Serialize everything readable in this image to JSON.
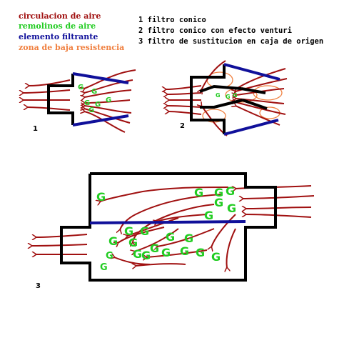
{
  "legend": {
    "items": [
      {
        "label": "circulacion de aire",
        "color": "#a01010"
      },
      {
        "label": "remolinos de aire",
        "color": "#22cc22"
      },
      {
        "label": "elemento filtrante",
        "color": "#10109a"
      },
      {
        "label": "zona de baja resistencia",
        "color": "#f08040"
      }
    ]
  },
  "key": {
    "items": [
      {
        "label": "1 filtro conico"
      },
      {
        "label": "2 filtro conico con efecto venturi"
      },
      {
        "label": "3 filtro de sustitucion en caja de origen"
      }
    ]
  },
  "figures": {
    "fig1": {
      "number": "1"
    },
    "fig2": {
      "number": "2"
    },
    "fig3": {
      "number": "3"
    }
  },
  "swirl_glyph": "G",
  "colors": {
    "air": "#a01010",
    "swirl": "#22cc22",
    "filter": "#10109a",
    "low_resistance": "#f08040",
    "housing": "#000000"
  }
}
